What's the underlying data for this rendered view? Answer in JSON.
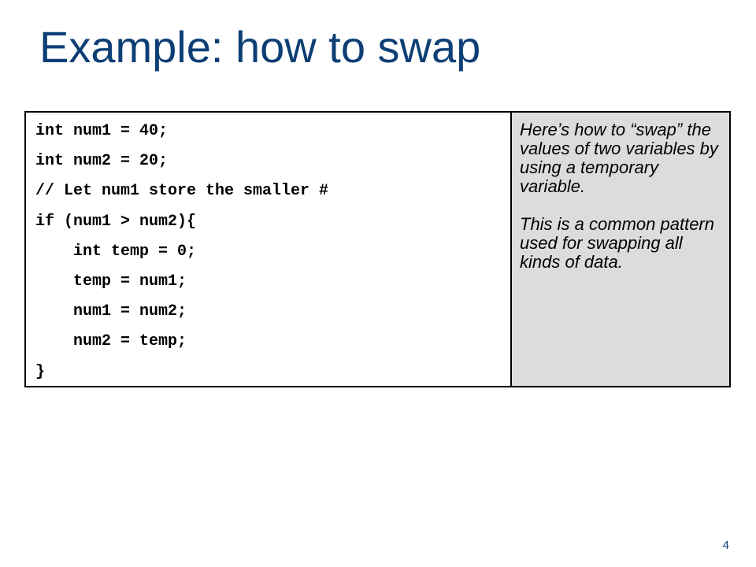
{
  "slide": {
    "title": "Example: how to swap",
    "page_number": "4"
  },
  "code": {
    "lines": [
      "int num1 = 40;",
      "int num2 = 20;",
      "// Let num1 store the smaller #",
      "if (num1 > num2){",
      "int temp = 0;",
      "temp = num1;",
      "num1 = num2;",
      "num2 = temp;",
      "}"
    ]
  },
  "note": {
    "paragraphs": [
      "Here’s how to “swap” the values of two variables by using a temporary variable.",
      "This is a common pattern used for swapping all kinds of data."
    ]
  }
}
